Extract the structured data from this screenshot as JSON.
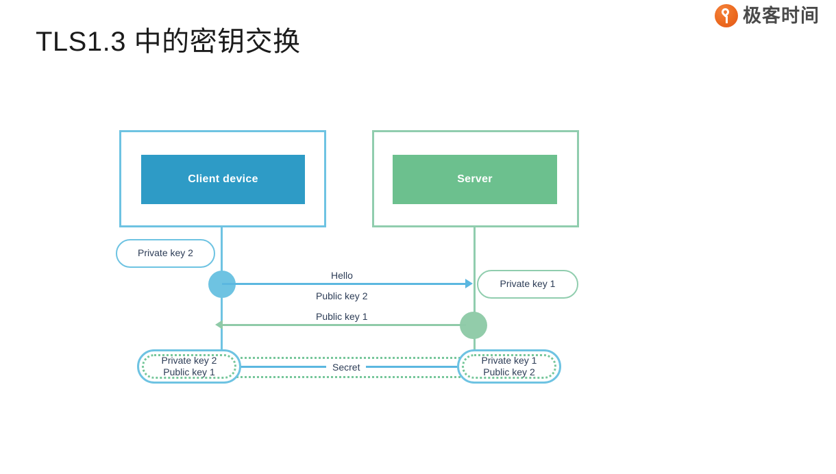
{
  "slide": {
    "title": "TLS1.3 中的密钥交换",
    "background": "#ffffff"
  },
  "brand": {
    "name": "极客时间",
    "logo_icon": "geektime-logo-icon",
    "logo_color": "#ec6a1f"
  },
  "diagram": {
    "type": "sequence-key-exchange",
    "colors": {
      "client_fill": "#2e9bc6",
      "client_border": "#6ec3e2",
      "server_fill": "#6cc08e",
      "server_border": "#90cdae",
      "blue_line": "#5bb7e0",
      "green_line": "#8fcaa8",
      "text": "#2c3c56"
    },
    "client_box": {
      "label": "Client device"
    },
    "server_box": {
      "label": "Server"
    },
    "client_key_pill": {
      "label": "Private key 2"
    },
    "server_key_pill": {
      "label": "Private key 1"
    },
    "messages": [
      {
        "id": "hello",
        "label": "Hello",
        "direction": "client-to-server"
      },
      {
        "id": "public-key-2",
        "label": "Public key 2",
        "direction": "client-to-server"
      },
      {
        "id": "public-key-1",
        "label": "Public key 1",
        "direction": "server-to-client"
      }
    ],
    "client_result": {
      "line1": "Private key 2",
      "line2": "Public key 1"
    },
    "server_result": {
      "line1": "Private key 1",
      "line2": "Public key 2"
    },
    "shared": {
      "label": "Secret"
    }
  }
}
